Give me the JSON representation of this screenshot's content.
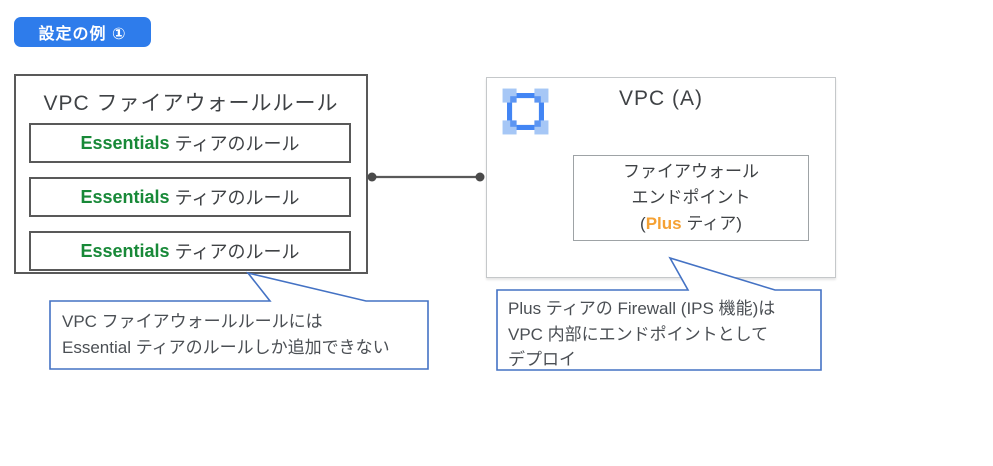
{
  "badge": {
    "label": "設定の例 ①"
  },
  "left_box": {
    "title": "VPC ファイアウォールルール",
    "rules": [
      {
        "tier": "Essentials",
        "rest": " ティアのルール"
      },
      {
        "tier": "Essentials",
        "rest": " ティアのルール"
      },
      {
        "tier": "Essentials",
        "rest": " ティアのルール"
      }
    ]
  },
  "right_box": {
    "title": "VPC (A)",
    "icon": "vpc-icon",
    "endpoint": {
      "line1": "ファイアウォール",
      "line2": "エンドポイント",
      "line3_pre": "(",
      "tier": "Plus",
      "line3_post": " ティア)"
    }
  },
  "callouts": {
    "left": {
      "lines": [
        "VPC ファイアウォールルールには",
        "Essential ティアのルールしか追加できない"
      ]
    },
    "right": {
      "lines": [
        "Plus ティアの Firewall (IPS 機能)は",
        "VPC 内部にエンドポイントとして",
        "デプロイ"
      ]
    }
  },
  "colors": {
    "badge_bg": "#2E7CEB",
    "essentials_green": "#188938",
    "plus_orange": "#F5A133",
    "callout_blue": "#4472C4",
    "dark_border": "#595959",
    "text_dark": "#3F4245",
    "callout_text": "#4B4F54",
    "light_border": "#C5C8CA",
    "endpoint_border": "#9EA3A6",
    "connector": "#595959",
    "dot": "#4A4A4A",
    "icon_blue": "#4285F4",
    "icon_light_blue": "#A6C7F6",
    "icon_mid_blue": "#5C95F2"
  }
}
